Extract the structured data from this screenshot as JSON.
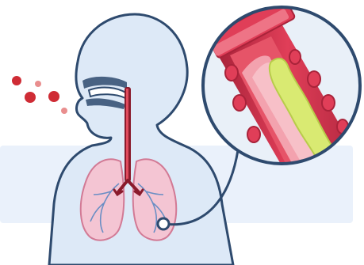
{
  "illustration": {
    "subject": "child-silhouette-airway-lungs",
    "colors": {
      "band": "#eaf1fb",
      "body_fill": "#dde9f7",
      "outline": "#2e4a6e",
      "airway_dark": "#8a1b2c",
      "airway_light": "#e04a5c",
      "lung_fill": "#f4c5d3",
      "lung_stroke": "#d27a95",
      "bronchi": "#6a8ec4",
      "particle_dark": "#cf2c35",
      "particle_light": "#e98e8e",
      "tube_fill": "#e03e58",
      "tube_dark": "#a9233a",
      "tube_inner": "#f3a2ae",
      "mucus": "#d9ea72",
      "mucus_edge": "#b8cc4a",
      "magnifier_bg": "#e9f0f8"
    },
    "particles": 5,
    "magnifier": "zoomed-airway-with-mucus"
  }
}
